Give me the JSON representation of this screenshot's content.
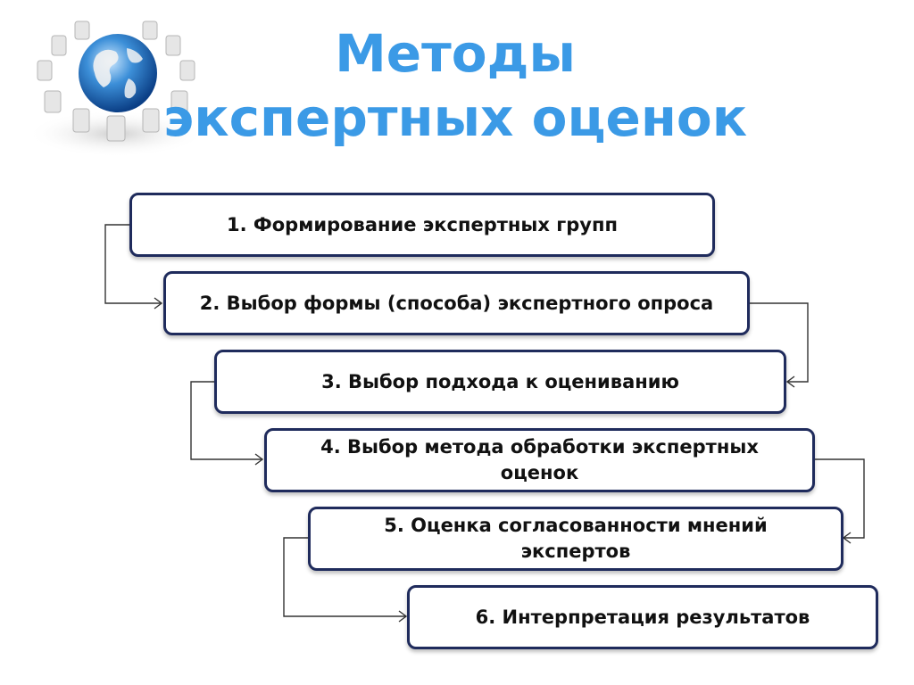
{
  "title": {
    "line1": "Методы",
    "line2": "экспертных оценок"
  },
  "colors": {
    "title": "#3b9ae6",
    "box_border": "#1f2b5c",
    "connector": "#333333"
  },
  "steps": [
    {
      "label": "1. Формирование экспертных групп"
    },
    {
      "label": "2. Выбор формы (способа) экспертного опроса"
    },
    {
      "label": "3. Выбор подхода к оцениванию"
    },
    {
      "label": "4. Выбор метода обработки экспертных оценок"
    },
    {
      "label": "5. Оценка согласованности мнений экспертов"
    },
    {
      "label": "6. Интерпретация результатов"
    }
  ],
  "logo_icon": "globe-with-chairs-icon"
}
